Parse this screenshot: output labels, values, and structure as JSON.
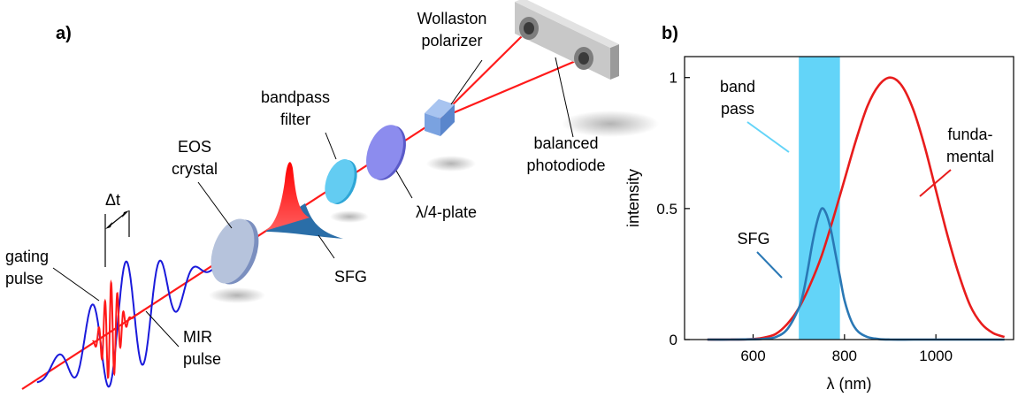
{
  "panel_a": {
    "label": "a)",
    "labels": {
      "wollaston_1": "Wollaston",
      "wollaston_2": "polarizer",
      "bandpass_1": "bandpass",
      "bandpass_2": "filter",
      "eos_1": "EOS",
      "eos_2": "crystal",
      "delta_t": "Δt",
      "gating_1": "gating",
      "gating_2": "pulse",
      "mir_1": "MIR",
      "mir_2": "pulse",
      "sfg": "SFG",
      "waveplate": "λ/4-plate",
      "photodiode_1": "balanced",
      "photodiode_2": "photodiode"
    },
    "colors": {
      "beam": "#ff1a1a",
      "mir": "#1a1adb",
      "crystal": "#b6c3dc",
      "bandpass": "#63ccf2",
      "waveplate": "#8c8cee",
      "sfg": "#2a6ea8",
      "detector": "#c8c8c8"
    }
  },
  "panel_b": {
    "label": "b)",
    "labels": {
      "bandpass_1": "band",
      "bandpass_2": "pass",
      "fundamental_1": "funda-",
      "fundamental_2": "mental",
      "sfg": "SFG"
    }
  },
  "chart_data": {
    "type": "line",
    "xlabel": "λ (nm)",
    "ylabel": "intensity",
    "xlim": [
      450,
      1170
    ],
    "ylim": [
      0,
      1.08
    ],
    "xticks": [
      600,
      800,
      1000
    ],
    "yticks": [
      0,
      0.5,
      1
    ],
    "ytick_labels": [
      "0",
      "0.5",
      "1"
    ],
    "band": {
      "x0": 700,
      "x1": 790,
      "color": "#63d4f8"
    },
    "series": [
      {
        "name": "funda- mental",
        "color": "#e81c1c",
        "x": [
          500,
          550,
          600,
          625,
          650,
          675,
          700,
          725,
          750,
          775,
          800,
          825,
          850,
          875,
          900,
          925,
          950,
          975,
          1000,
          1025,
          1050,
          1075,
          1100,
          1125,
          1150
        ],
        "y": [
          0.0,
          0.0,
          0.002,
          0.008,
          0.022,
          0.06,
          0.12,
          0.21,
          0.32,
          0.46,
          0.61,
          0.76,
          0.89,
          0.97,
          1.0,
          0.97,
          0.88,
          0.74,
          0.57,
          0.4,
          0.25,
          0.13,
          0.06,
          0.025,
          0.01
        ]
      },
      {
        "name": "SFG",
        "color": "#2a78b5",
        "x": [
          500,
          550,
          600,
          625,
          650,
          675,
          700,
          710,
          720,
          730,
          740,
          750,
          760,
          770,
          780,
          790,
          800,
          815,
          830,
          850,
          875,
          900,
          950,
          1000,
          1050,
          1100,
          1150
        ],
        "y": [
          0.0,
          0.0,
          0.001,
          0.003,
          0.01,
          0.04,
          0.12,
          0.18,
          0.27,
          0.37,
          0.45,
          0.5,
          0.48,
          0.42,
          0.33,
          0.24,
          0.15,
          0.07,
          0.03,
          0.01,
          0.002,
          0.0,
          0.0,
          0.0,
          0.0,
          0.0,
          0.0
        ]
      }
    ]
  }
}
